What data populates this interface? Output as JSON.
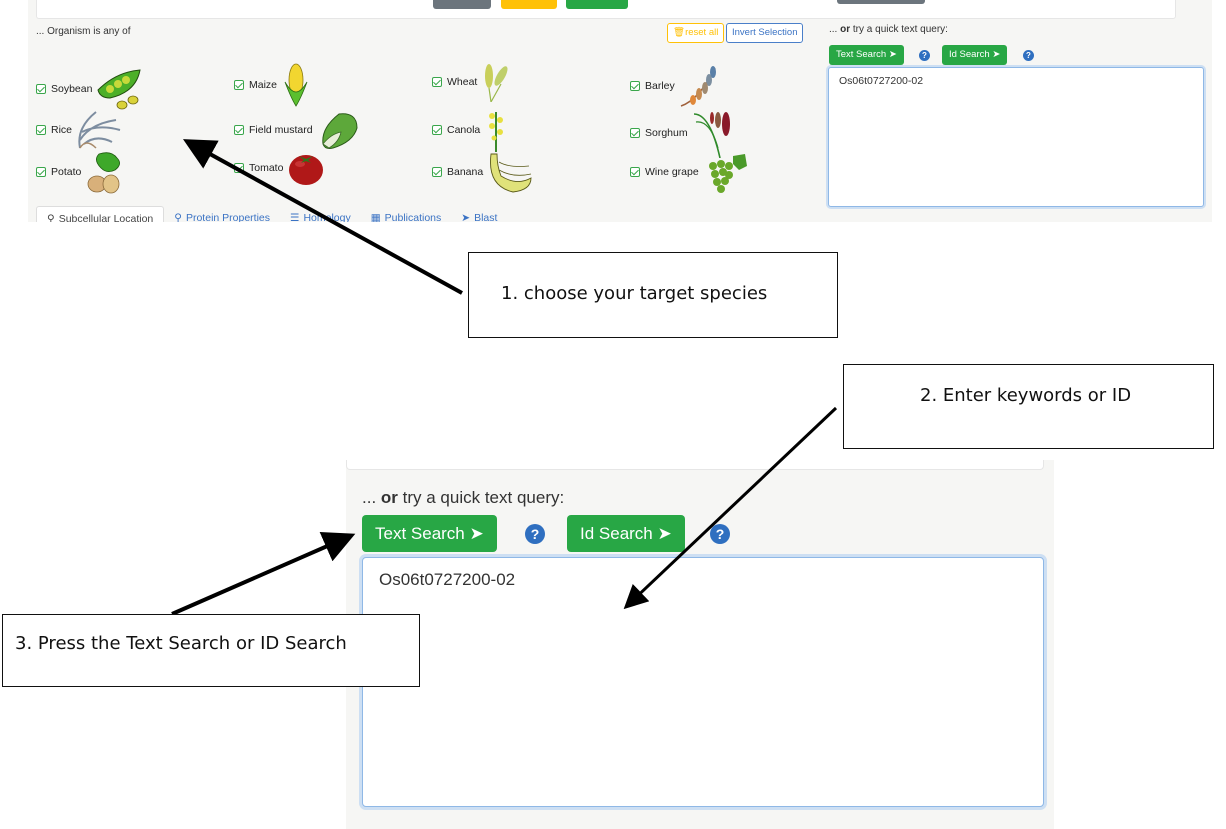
{
  "top_panel": {
    "organism_label": "... Organism is any of",
    "reset_button": "reset all",
    "invert_button": "Invert Selection",
    "organisms": [
      {
        "name": "Soybean",
        "checked": true,
        "icon": "soybean-icon"
      },
      {
        "name": "Maize",
        "checked": true,
        "icon": "maize-icon"
      },
      {
        "name": "Wheat",
        "checked": true,
        "icon": "wheat-icon"
      },
      {
        "name": "Barley",
        "checked": true,
        "icon": "barley-icon"
      },
      {
        "name": "Rice",
        "checked": true,
        "icon": "rice-icon"
      },
      {
        "name": "Field mustard",
        "checked": true,
        "icon": "field-mustard-icon"
      },
      {
        "name": "Canola",
        "checked": true,
        "icon": "canola-icon"
      },
      {
        "name": "Sorghum",
        "checked": true,
        "icon": "sorghum-icon"
      },
      {
        "name": "Potato",
        "checked": true,
        "icon": "potato-icon"
      },
      {
        "name": "Tomato",
        "checked": true,
        "icon": "tomato-icon"
      },
      {
        "name": "Banana",
        "checked": true,
        "icon": "banana-icon"
      },
      {
        "name": "Wine grape",
        "checked": true,
        "icon": "grape-icon"
      }
    ],
    "tabs": [
      {
        "label": "Subcellular Location",
        "active": true
      },
      {
        "label": "Protein Properties",
        "active": false
      },
      {
        "label": "Homology",
        "active": false
      },
      {
        "label": "Publications",
        "active": false
      },
      {
        "label": "Blast",
        "active": false
      }
    ],
    "query": {
      "prefix": "...",
      "bold": "or",
      "suffix": "try a quick text query:",
      "text_search_button": "Text Search",
      "id_search_button": "Id Search",
      "help_glyph": "?",
      "value": "Os06t0727200-02"
    }
  },
  "zoomed_panel": {
    "prefix": "...",
    "bold": "or",
    "suffix": "try a quick text query:",
    "text_search_button": "Text Search",
    "id_search_button": "Id Search",
    "help_glyph": "?",
    "value": "Os06t0727200-02"
  },
  "annotations": [
    {
      "step": 1,
      "text": "1. choose your target species"
    },
    {
      "step": 2,
      "text": "2. Enter keywords or ID"
    },
    {
      "step": 3,
      "text": "3. Press the Text Search or ID Search"
    }
  ],
  "colors": {
    "success_green": "#28a745",
    "warning_yellow": "#ffc107",
    "secondary_gray": "#6c757d",
    "link_blue": "#3b73c4",
    "focus_blue": "#8fb8e6"
  }
}
